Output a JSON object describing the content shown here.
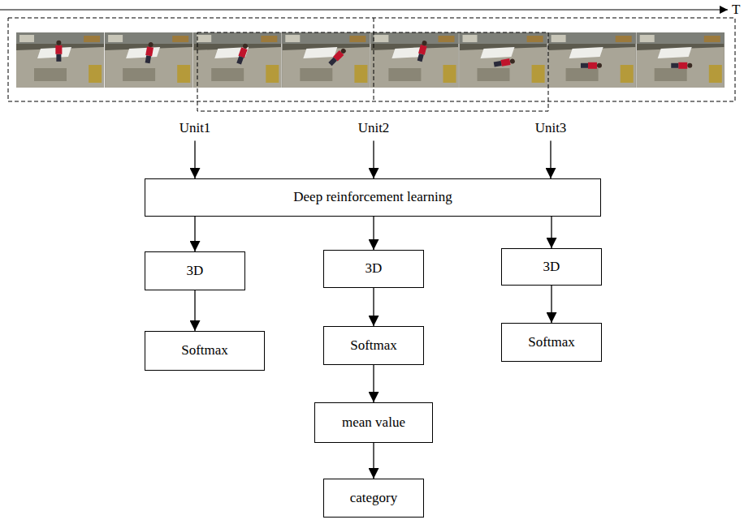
{
  "diagram": {
    "nodes": [
      {
        "text": [
          "Unit1"
        ]
      },
      {
        "text": [
          "Unit2"
        ]
      },
      {
        "text": [
          "Unit3"
        ]
      },
      {
        "text": [
          "Deep reinforcement learning"
        ]
      },
      {
        "text": [
          "3D"
        ]
      },
      {
        "text": [
          "3D"
        ]
      },
      {
        "text": [
          "3D"
        ]
      },
      {
        "text": [
          "Softmax"
        ]
      },
      {
        "text": [
          "Softmax"
        ]
      },
      {
        "text": [
          "Softmax"
        ]
      },
      {
        "text": [
          "mean value"
        ]
      },
      {
        "text": [
          "category"
        ]
      }
    ],
    "edges": [
      {
        "from": 0,
        "to": 3,
        "arrow": "to"
      },
      {
        "from": 1,
        "to": 3,
        "arrow": "to"
      },
      {
        "from": 2,
        "to": 3,
        "arrow": "to"
      },
      {
        "from": 3,
        "to": 4,
        "arrow": "to"
      },
      {
        "from": 3,
        "to": 5,
        "arrow": "to"
      },
      {
        "from": 3,
        "to": 6,
        "arrow": "to"
      },
      {
        "from": 4,
        "to": 7,
        "arrow": "to"
      },
      {
        "from": 5,
        "to": 8,
        "arrow": "to"
      },
      {
        "from": 6,
        "to": 9,
        "arrow": "to"
      },
      {
        "from": 8,
        "to": 10,
        "arrow": "to"
      },
      {
        "from": 10,
        "to": 11,
        "arrow": "to"
      }
    ],
    "labels": [
      "T"
    ]
  }
}
